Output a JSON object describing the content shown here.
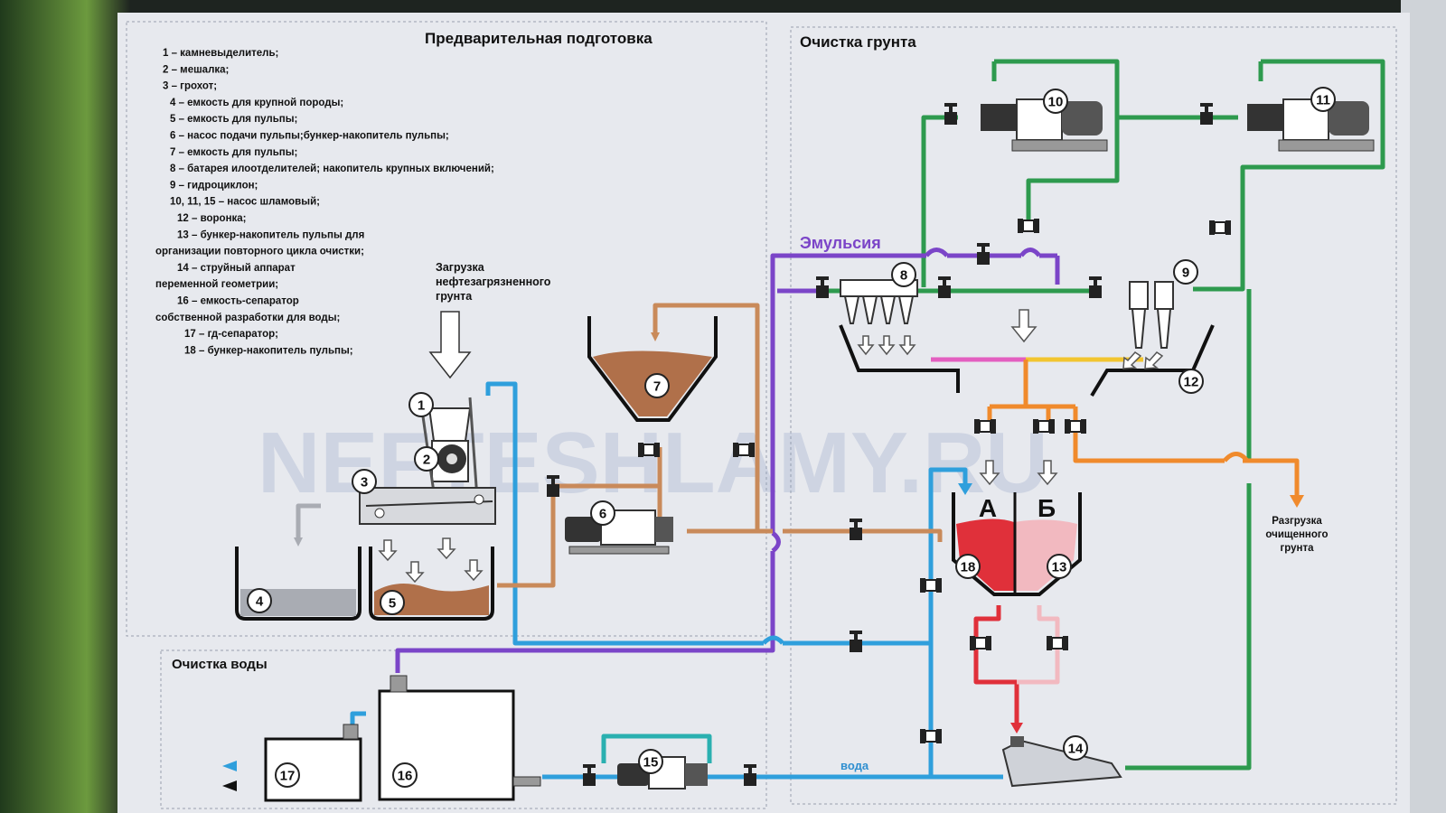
{
  "panels": {
    "pretreatment_title": "Предварительная подготовка",
    "soil_title": "Очистка грунта",
    "water_title": "Очистка воды"
  },
  "legend": [
    "1 – камневыделитель;",
    "2 – мешалка;",
    "3 – грохот;",
    "4 – емкость для крупной породы;",
    "5 – емкость для пульпы;",
    "6 – насос подачи пульпы;бункер-накопитель пульпы;",
    "7 – емкость для пульпы;",
    "8 – батарея илоотделителей; накопитель крупных включений;",
    "9 – гидроциклон;",
    "10, 11, 15 – насос шламовый;",
    "12 – воронка;",
    "13 – бункер-накопитель пульпы для",
    "организации повторного цикла очистки;",
    "14 – струйный аппарат",
    "переменной геометрии;",
    "16 – емкость-сепаратор",
    "собственной разработки для воды;",
    "17 – гд-сепаратор;",
    "18 – бункер-накопитель пульпы;"
  ],
  "annotations": {
    "loading": [
      "Загрузка",
      "нефтезагрязненного",
      "грунта"
    ],
    "emulsion": "Эмульсия",
    "water": "вода",
    "unloading": [
      "Разгрузка",
      "очищенного",
      "грунта"
    ],
    "tank_a": "А",
    "tank_b": "Б"
  },
  "watermark": "NEFTESHLAMY.RU",
  "equipment_numbers": [
    "1",
    "2",
    "3",
    "4",
    "5",
    "6",
    "7",
    "8",
    "9",
    "10",
    "11",
    "12",
    "13",
    "14",
    "15",
    "16",
    "17",
    "18"
  ],
  "colors": {
    "water": "#2f9fdc",
    "recycle": "#2e9a4e",
    "emulsion": "#7b45c8",
    "pulp": "#c98a5a",
    "discharge": "#f08a2c",
    "hopper_a": "#e0303a",
    "hopper_b": "#f2b9c0",
    "fine_fraction": "#e35fc0",
    "oil_fraction": "#f2c530",
    "panel_bg": "#e7e9ee",
    "slurry": "#b0704a",
    "rock": "#a9acb3"
  }
}
